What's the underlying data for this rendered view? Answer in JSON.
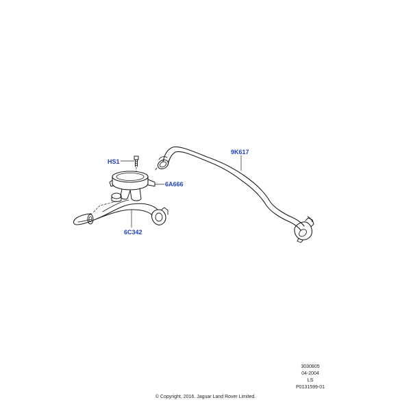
{
  "callouts": {
    "hs1": "HS1",
    "separator": "6A666",
    "hose_short": "6C342",
    "hose_long": "9K617"
  },
  "meta": {
    "number": "3030805",
    "date": "04-2004",
    "code": "LS",
    "illustration_id": "P0131599-01"
  },
  "copyright": "© Copyright, 2016. Jaguar Land Rover Limited.",
  "colors": {
    "callout_text": "#1f3fbf",
    "line_art": "#1a1a1a"
  }
}
